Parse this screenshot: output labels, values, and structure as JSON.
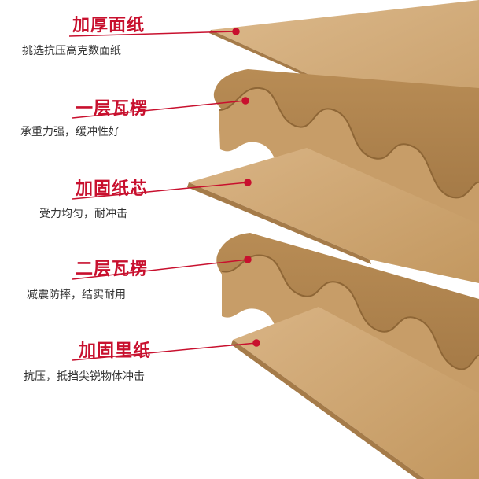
{
  "layers": [
    {
      "title": "加厚面纸",
      "desc": "挑选抗压高克数面纸"
    },
    {
      "title": "一层瓦楞",
      "desc": "承重力强，缓冲性好"
    },
    {
      "title": "加固纸芯",
      "desc": "受力均匀，耐冲击"
    },
    {
      "title": "二层瓦楞",
      "desc": "减震防摔，结实耐用"
    },
    {
      "title": "加固里纸",
      "desc": "抗压，抵挡尖锐物体冲击"
    }
  ],
  "colors": {
    "accent": "#c8102e",
    "kraft_light": "#d8b383",
    "kraft_mid": "#c99f6a",
    "kraft_dark": "#a57b49",
    "text": "#333333"
  }
}
